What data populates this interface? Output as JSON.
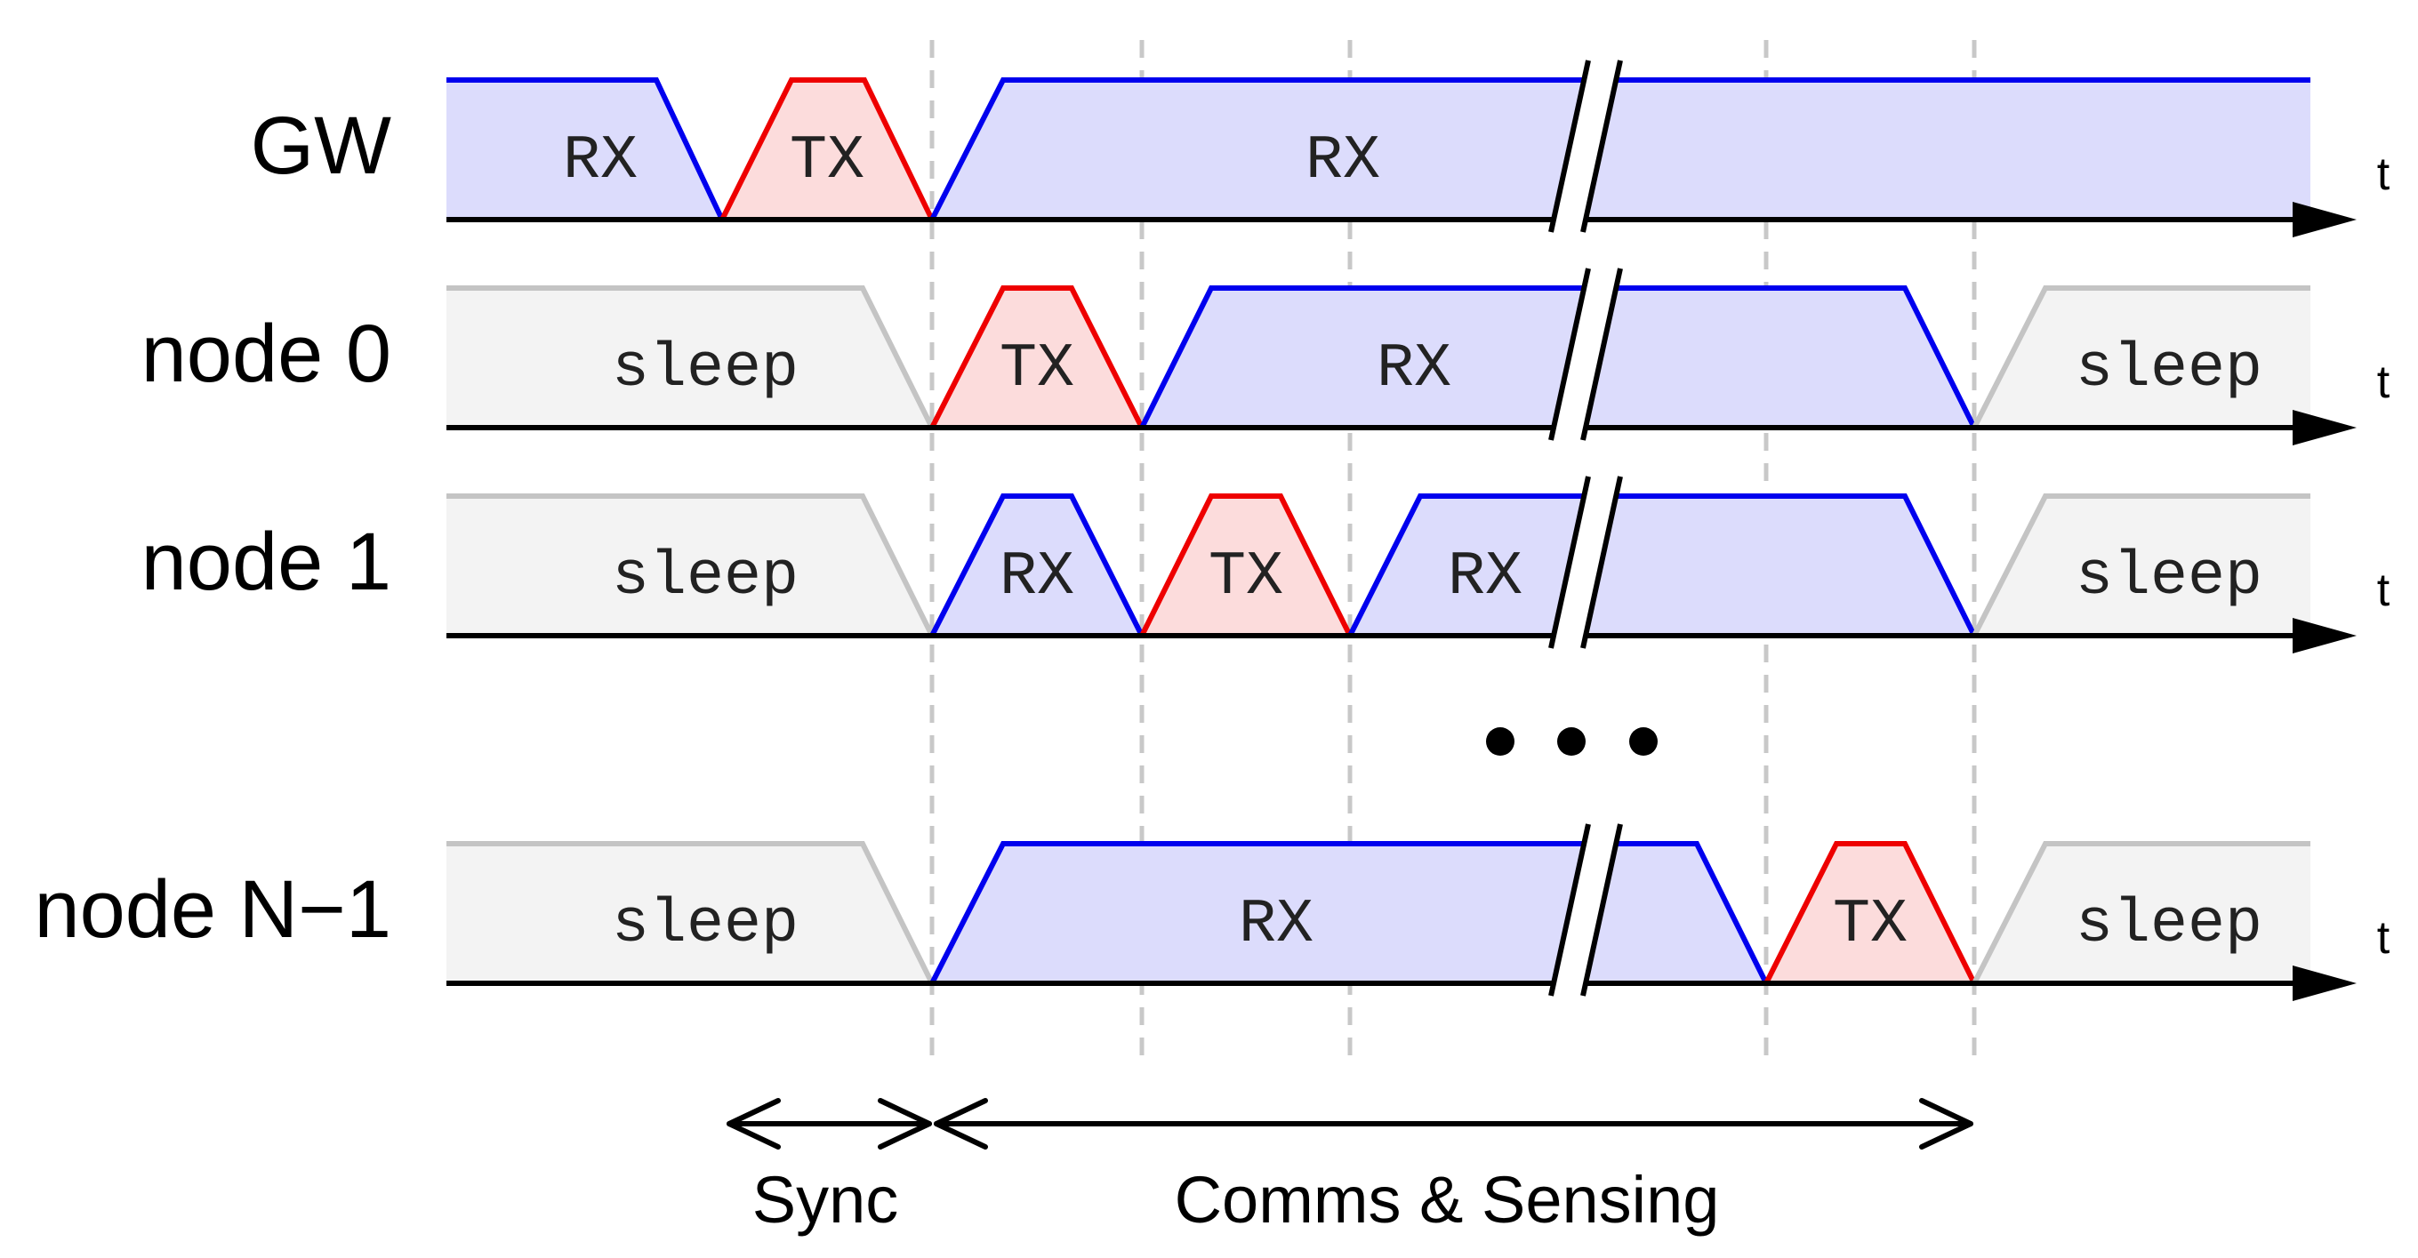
{
  "colors": {
    "rx_fill": "#dcdcfc",
    "rx_stroke": "#0000ee",
    "tx_fill": "#fcdcdc",
    "tx_stroke": "#ee0000",
    "sleep_fill": "#f3f3f3",
    "sleep_stroke": "#c4c4c4",
    "axis": "#000000",
    "divider": "#c8c8c8"
  },
  "rows": [
    {
      "label": "GW",
      "axis_label": "t",
      "states": [
        {
          "kind": "rx",
          "text": "RX"
        },
        {
          "kind": "tx",
          "text": "TX"
        },
        {
          "kind": "rx",
          "text": "RX"
        },
        {
          "kind": "rx",
          "text": ""
        }
      ]
    },
    {
      "label": "node 0",
      "axis_label": "t",
      "states": [
        {
          "kind": "sleep",
          "text": "sleep"
        },
        {
          "kind": "tx",
          "text": "TX"
        },
        {
          "kind": "rx",
          "text": "RX"
        },
        {
          "kind": "rx",
          "text": ""
        },
        {
          "kind": "sleep",
          "text": "sleep"
        }
      ]
    },
    {
      "label": "node 1",
      "axis_label": "t",
      "states": [
        {
          "kind": "sleep",
          "text": "sleep"
        },
        {
          "kind": "rx",
          "text": "RX"
        },
        {
          "kind": "tx",
          "text": "TX"
        },
        {
          "kind": "rx",
          "text": "RX"
        },
        {
          "kind": "rx",
          "text": ""
        },
        {
          "kind": "sleep",
          "text": "sleep"
        }
      ]
    },
    {
      "label": "node N−1",
      "axis_label": "t",
      "states": [
        {
          "kind": "sleep",
          "text": "sleep"
        },
        {
          "kind": "rx",
          "text": "RX"
        },
        {
          "kind": "rx",
          "text": ""
        },
        {
          "kind": "tx",
          "text": "TX"
        },
        {
          "kind": "sleep",
          "text": "sleep"
        }
      ]
    }
  ],
  "phases": [
    {
      "label": "Sync"
    },
    {
      "label": "Comms & Sensing"
    }
  ]
}
